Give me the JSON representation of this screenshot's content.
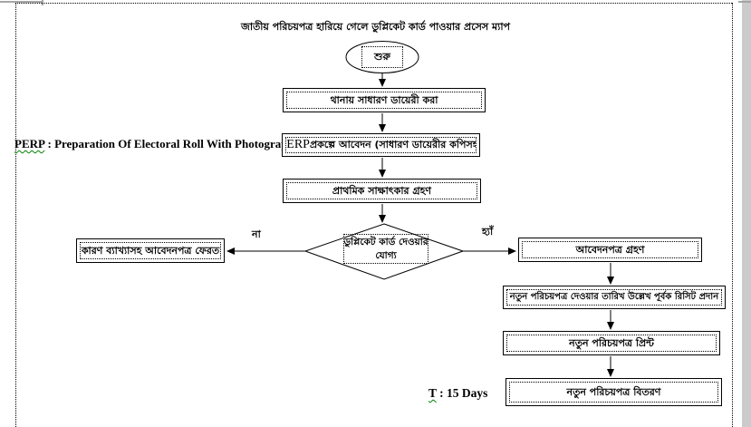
{
  "document": {
    "title": "জাতীয় পরিচয়পত্র হারিয়ে গেলে ডুপ্লিকেট কার্ড পাওয়ার প্রসেস ম্যাপ",
    "perp_note": {
      "term": "PERP",
      "rest": " : Preparation Of Electoral Roll With Photograph"
    },
    "time_note": {
      "term": "T",
      "rest": " : 15 Days"
    }
  },
  "flowchart": {
    "start_label": "শুরু",
    "steps": {
      "gd": "থানায় সাধারণ ডায়েরী করা",
      "apply_latin": "PERP",
      "apply_rest": " প্রকল্পে আবেদন  (সাধারণ ডায়েরীর কপিসহ)",
      "interview": "প্রাথমিক সাক্ষাৎকার গ্রহণ",
      "decision_line1": "ডুপ্লিকেট কার্ড দেওয়ার",
      "decision_line2": "যোগ্য",
      "no_label": "না",
      "yes_label": "হ্যাঁ",
      "reject": "কারণ ব্যাখ্যাসহ আবেদনপত্র ফেরত",
      "accept": "আবেদনপত্র গ্রহণ",
      "receipt": "নতুন পরিচয়পত্র দেওয়ার তারিখ উল্লেখ পূর্বক রিসিট প্রদান",
      "print": "নতুন পরিচয়পত্র প্রিন্ট",
      "distribute": "নতুন পরিচয়পত্র বিতরণ"
    }
  },
  "colors": {
    "line": "#000000",
    "squiggle": "#008000",
    "page_edge": "#cbcbcb"
  }
}
